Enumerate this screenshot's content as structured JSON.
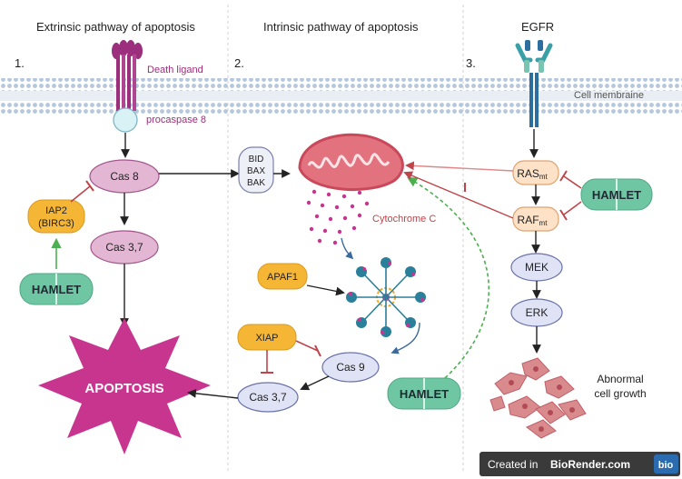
{
  "sections": {
    "extrinsic": {
      "number": "1.",
      "title": "Extrinsic pathway of apoptosis"
    },
    "intrinsic": {
      "number": "2.",
      "title": "Intrinsic pathway of apoptosis"
    },
    "egfr": {
      "number": "3.",
      "title": "EGFR"
    }
  },
  "labels": {
    "death_ligand": "Death ligand",
    "procaspase8": "procaspase 8",
    "cell_membrane": "Cell membraine",
    "cytochrome_c": "Cytochrome C",
    "abnormal_line1": "Abnormal",
    "abnormal_line2": "cell growth"
  },
  "nodes": {
    "cas8": "Cas 8",
    "cas37_left": "Cas 3,7",
    "iap2_line1": "IAP2",
    "iap2_line2": "(BIRC3)",
    "hamlet_left": "HAMLET",
    "apoptosis": "APOPTOSIS",
    "bid": "BID",
    "bax": "BAX",
    "bak": "BAK",
    "apaf1": "APAF1",
    "xiap": "XIAP",
    "cas9": "Cas 9",
    "cas37_mid": "Cas 3,7",
    "hamlet_mid": "HAMLET",
    "ras": "RAS",
    "ras_sub": "mt",
    "raf": "RAF",
    "raf_sub": "mt",
    "hamlet_right": "HAMLET",
    "mek": "MEK",
    "erk": "ERK"
  },
  "footer": {
    "created_in": "Created in",
    "brand": "BioRender.com",
    "logo": "bio"
  },
  "colors": {
    "caspase_fill": "#e3b7d4",
    "caspase_stroke": "#a3568c",
    "hamlet_fill": "#6fc6a2",
    "orange_fill": "#f5b535",
    "blue_fill": "#dfe3f5",
    "blue_stroke": "#6a72a8",
    "apoptosis_fill": "#c8358f",
    "inhibit_red": "#c0444a",
    "green_arrow": "#4caf50",
    "mito": "#c9485a",
    "membrane": "#b5c7dc"
  }
}
